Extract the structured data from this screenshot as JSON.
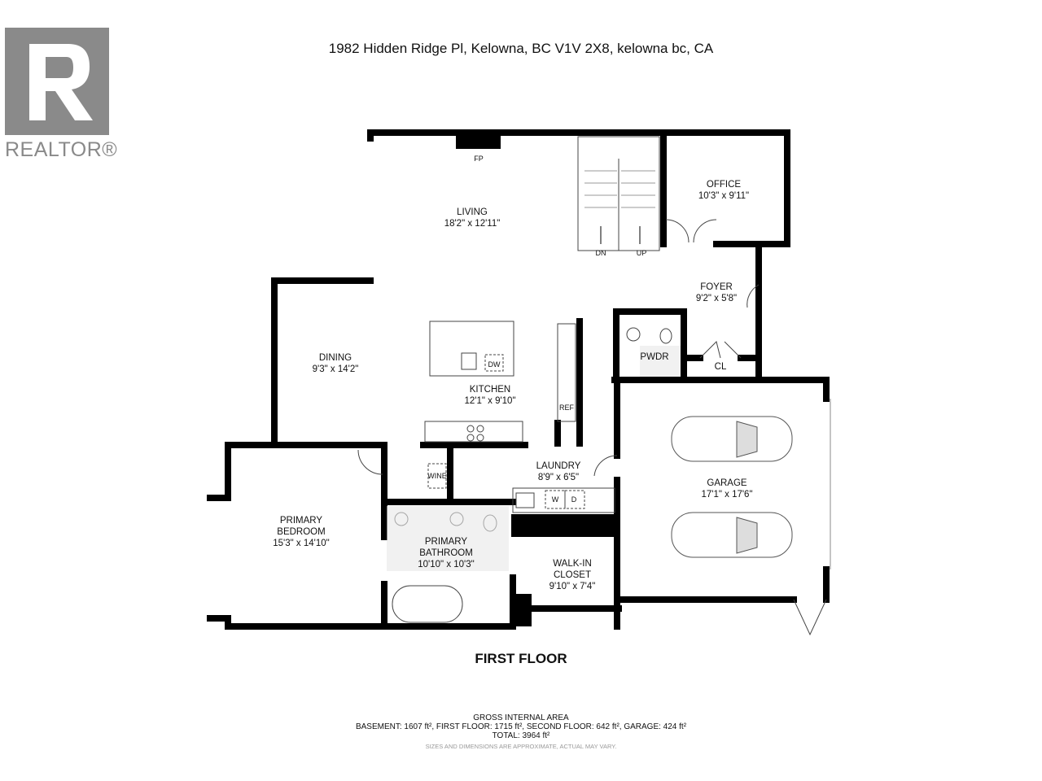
{
  "header": {
    "address": "1982 Hidden Ridge Pl, Kelowna, BC V1V 2X8, kelowna bc, CA"
  },
  "logo": {
    "text": "REALTOR®",
    "letter": "R"
  },
  "rooms": {
    "living": {
      "name": "LIVING",
      "size": "18'2\" x 12'11\""
    },
    "office": {
      "name": "OFFICE",
      "size": "10'3\" x 9'11\""
    },
    "foyer": {
      "name": "FOYER",
      "size": "9'2\" x 5'8\""
    },
    "dining": {
      "name": "DINING",
      "size": "9'3\" x 14'2\""
    },
    "kitchen": {
      "name": "KITCHEN",
      "size": "12'1\" x 9'10\""
    },
    "pwdr": {
      "name": "PWDR"
    },
    "cl": {
      "name": "CL"
    },
    "laundry": {
      "name": "LAUNDRY",
      "size": "8'9\" x 6'5\""
    },
    "garage": {
      "name": "GARAGE",
      "size": "17'1\" x 17'6\""
    },
    "primary_bedroom": {
      "name1": "PRIMARY",
      "name2": "BEDROOM",
      "size": "15'3\" x 14'10\""
    },
    "primary_bathroom": {
      "name1": "PRIMARY",
      "name2": "BATHROOM",
      "size": "10'10\" x 10'3\""
    },
    "walk_in_closet": {
      "name1": "WALK-IN",
      "name2": "CLOSET",
      "size": "9'10\" x 7'4\""
    }
  },
  "fixtures": {
    "fp": "FP",
    "dn": "DN",
    "up": "UP",
    "dw": "DW",
    "ref": "REF",
    "wine": "WINE",
    "w": "W",
    "d": "D"
  },
  "floor_label": "FIRST FLOOR",
  "area": {
    "title": "GROSS INTERNAL AREA",
    "breakdown": "BASEMENT: 1607 ft², FIRST FLOOR: 1715 ft², SECOND FLOOR: 642 ft², GARAGE: 424 ft²",
    "total": "TOTAL: 3964 ft²",
    "note": "SIZES AND DIMENSIONS ARE APPROXIMATE, ACTUAL MAY VARY."
  }
}
